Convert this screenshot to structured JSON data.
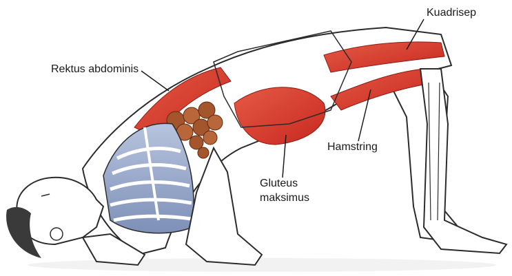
{
  "labels": {
    "kuadrisep": "Kuadrisep",
    "rektus": "Rektus abdominis",
    "hamstring": "Hamstring",
    "gluteus_line1": "Gluteus",
    "gluteus_line2": "maksimus"
  },
  "colors": {
    "muscle": "#d8342a",
    "muscle_light": "#ec8070",
    "ribcage": "#8fa0c4",
    "organs": "#a4552c",
    "skin": "#ffffff",
    "outline": "#2b2b2b",
    "hair": "#3a3a3a",
    "background": "#ffffff"
  }
}
